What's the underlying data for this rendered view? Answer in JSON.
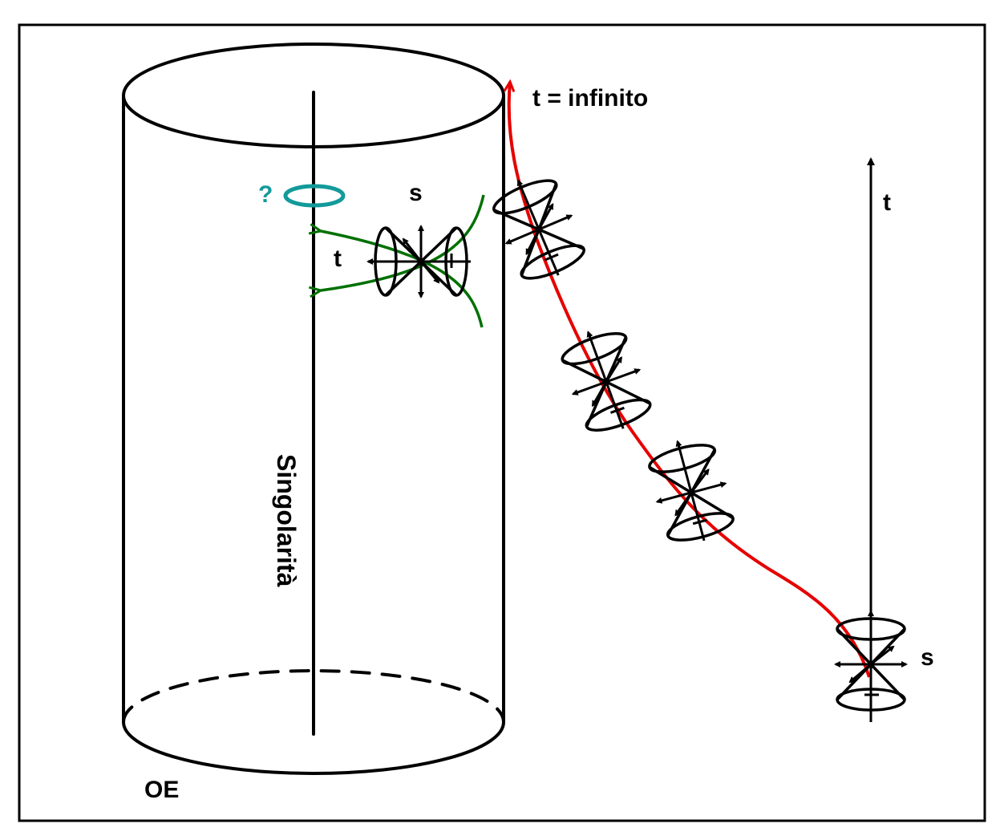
{
  "labels": {
    "t_infinity": "t = infinito",
    "t_right": "t",
    "s_right": "s",
    "s_left": "s",
    "t_left": "t",
    "singularity": "Singolarità",
    "question": "?",
    "event_horizon": "OE"
  },
  "colors": {
    "worldline": "#e60000",
    "geodesic": "#007000",
    "question": "#139a9a",
    "ink": "#000000"
  },
  "icons": [
    "light-cone-icon",
    "arrowhead-icon"
  ]
}
